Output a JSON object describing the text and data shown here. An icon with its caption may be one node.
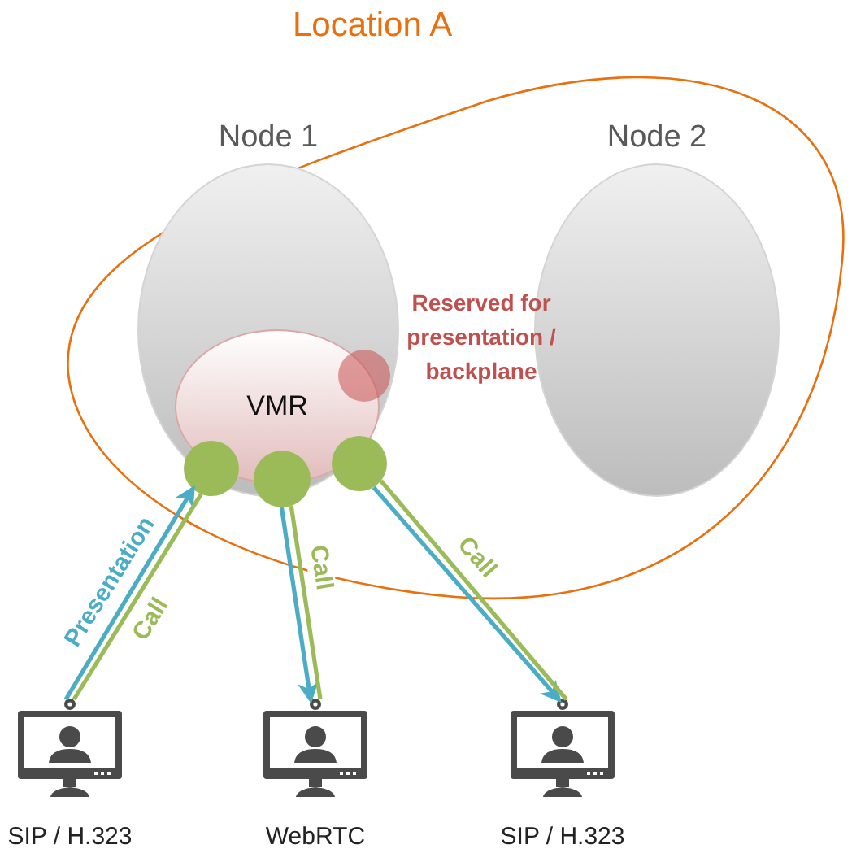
{
  "diagram": {
    "nodes": [
      {
        "text": [
          "Location A"
        ]
      },
      {
        "text": [
          "Node 1"
        ],
        "in": 0
      },
      {
        "text": [
          "Node 2"
        ],
        "in": 0
      },
      {
        "text": [
          "VMR"
        ],
        "in": 1
      },
      {
        "text": [],
        "shape": "circle",
        "in": 1
      },
      {
        "text": [],
        "shape": "circle",
        "in": 1
      },
      {
        "text": [],
        "shape": "circle",
        "in": 1
      },
      {
        "text": [],
        "shape": "circle",
        "in": 1
      },
      {
        "text": [
          "SIP / H.323"
        ]
      },
      {
        "text": [
          "WebRTC"
        ]
      },
      {
        "text": [
          "SIP / H.323"
        ]
      }
    ],
    "edges": [
      {
        "from": 8,
        "to": 5,
        "arrow": "to",
        "label": "Presentation",
        "color": "#4bacc6"
      },
      {
        "from": 5,
        "to": 8,
        "arrow": "none",
        "label": "Call",
        "color": "#9bbb59"
      },
      {
        "from": 6,
        "to": 9,
        "arrow": "to",
        "color": "#4bacc6"
      },
      {
        "from": 6,
        "to": 9,
        "arrow": "none",
        "label": "Call",
        "color": "#9bbb59"
      },
      {
        "from": 7,
        "to": 10,
        "arrow": "to",
        "color": "#4bacc6"
      },
      {
        "from": 7,
        "to": 10,
        "arrow": "none",
        "label": "Call",
        "color": "#9bbb59"
      }
    ],
    "labels": [
      "Reserved for presentation / backplane"
    ]
  }
}
